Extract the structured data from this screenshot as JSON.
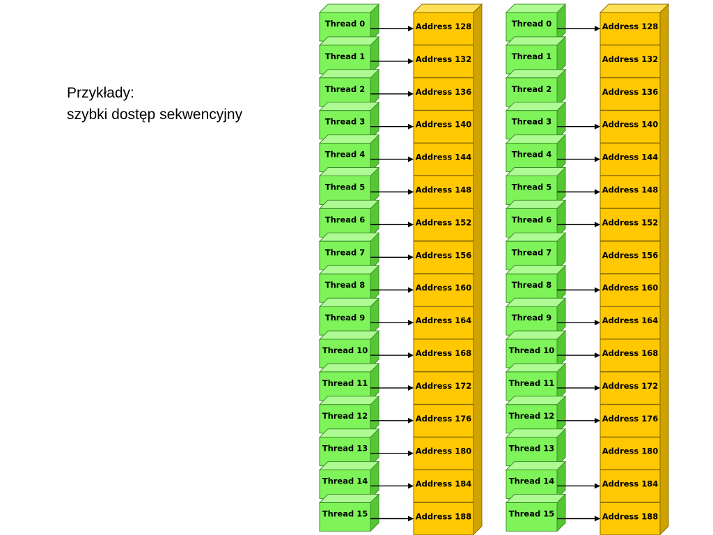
{
  "caption": {
    "line1": "Przykłady:",
    "line2": "szybki dostęp sekwencyjny"
  },
  "colors": {
    "thread_face": "#7ef45a",
    "thread_top": "#aefb94",
    "thread_side": "#54c732",
    "thread_border": "#3f8f2a",
    "address_face": "#ffc800",
    "address_side": "#cfa200",
    "address_top": "#ffdf55",
    "address_border": "#8a6d00",
    "arrow": "#000000"
  },
  "diagrams": [
    {
      "name": "left",
      "threads": [
        "Thread 0",
        "Thread 1",
        "Thread 2",
        "Thread 3",
        "Thread 4",
        "Thread 5",
        "Thread 6",
        "Thread 7",
        "Thread 8",
        "Thread 9",
        "Thread 10",
        "Thread 11",
        "Thread 12",
        "Thread 13",
        "Thread 14",
        "Thread 15"
      ],
      "addresses": [
        "Address 128",
        "Address 132",
        "Address 136",
        "Address 140",
        "Address 144",
        "Address 148",
        "Address 152",
        "Address 156",
        "Address 160",
        "Address 164",
        "Address 168",
        "Address 172",
        "Address 176",
        "Address 180",
        "Address 184",
        "Address 188"
      ],
      "mapping": [
        0,
        1,
        2,
        3,
        4,
        5,
        6,
        7,
        8,
        9,
        10,
        11,
        12,
        13,
        14,
        15
      ]
    },
    {
      "name": "right",
      "threads": [
        "Thread 0",
        "Thread 1",
        "Thread 2",
        "Thread 3",
        "Thread 4",
        "Thread 5",
        "Thread 6",
        "Thread 7",
        "Thread 8",
        "Thread 9",
        "Thread 10",
        "Thread 11",
        "Thread 12",
        "Thread 13",
        "Thread 14",
        "Thread 15"
      ],
      "addresses": [
        "Address 128",
        "Address 132",
        "Address 136",
        "Address 140",
        "Address 144",
        "Address 148",
        "Address 152",
        "Address 156",
        "Address 160",
        "Address 164",
        "Address 168",
        "Address 172",
        "Address 176",
        "Address 180",
        "Address 184",
        "Address 188"
      ],
      "mapping": [
        0,
        null,
        null,
        3,
        4,
        5,
        6,
        null,
        8,
        9,
        10,
        11,
        12,
        null,
        14,
        15
      ]
    }
  ]
}
